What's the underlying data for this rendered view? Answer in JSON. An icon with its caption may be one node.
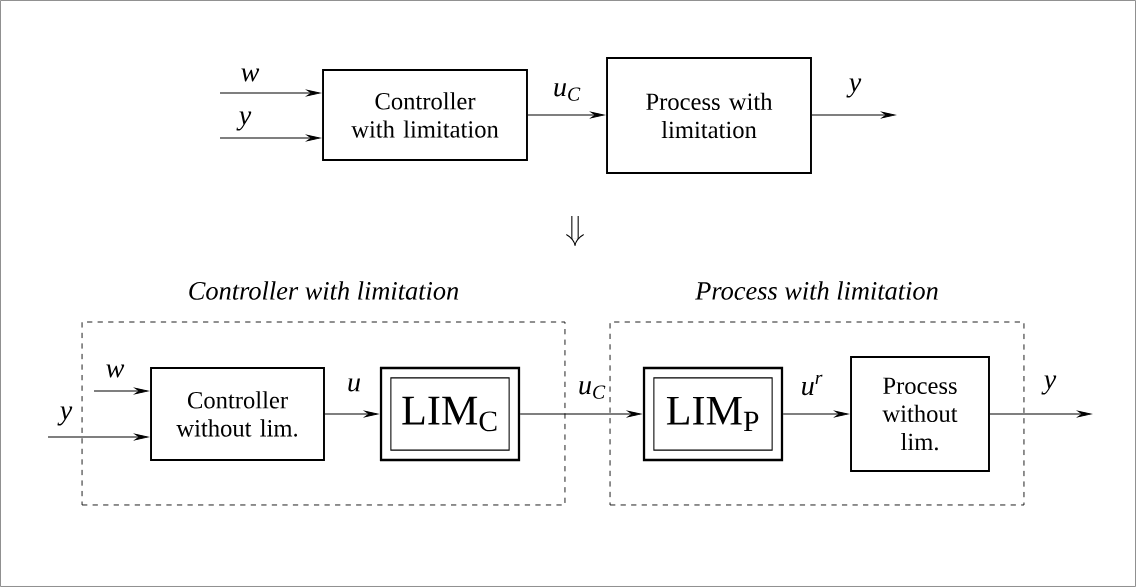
{
  "diagram": {
    "nodes": [
      {
        "text": [
          "Controller with limitation"
        ]
      },
      {
        "text": [
          "Process with limitation"
        ]
      },
      {
        "text": [
          "Controller with limitation"
        ]
      },
      {
        "text": [
          "Controller without lim."
        ],
        "in": 2
      },
      {
        "text": [
          "LIM$_{C}$"
        ],
        "in": 2
      },
      {
        "text": [
          "Process with limitation"
        ]
      },
      {
        "text": [
          "LIM$_{P}$"
        ],
        "in": 5
      },
      {
        "text": [
          "Process without lim."
        ],
        "in": 5
      }
    ],
    "edges": [
      {
        "from": null,
        "to": 0,
        "arrow": "to",
        "label": "w"
      },
      {
        "from": null,
        "to": 0,
        "arrow": "to",
        "label": "y"
      },
      {
        "from": 0,
        "to": 1,
        "arrow": "to",
        "label": "u$_{C}$"
      },
      {
        "from": 1,
        "to": null,
        "arrow": "to",
        "label": "y"
      },
      {
        "from": null,
        "to": 3,
        "arrow": "to",
        "label": "w"
      },
      {
        "from": null,
        "to": 3,
        "arrow": "to",
        "label": "y"
      },
      {
        "from": 3,
        "to": 4,
        "arrow": "to",
        "label": "u"
      },
      {
        "from": 4,
        "to": 6,
        "arrow": "to",
        "label": "u$_{C}$"
      },
      {
        "from": 6,
        "to": 7,
        "arrow": "to",
        "label": "u$^{r}$"
      },
      {
        "from": 7,
        "to": null,
        "arrow": "to",
        "label": "y"
      }
    ]
  }
}
